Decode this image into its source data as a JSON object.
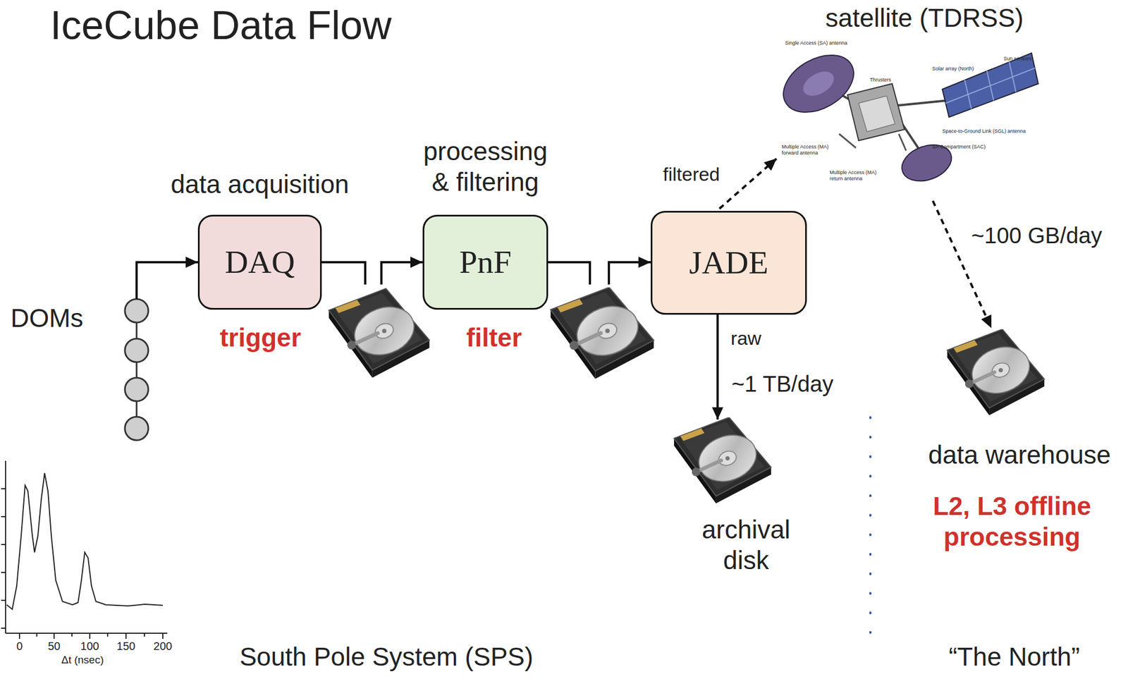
{
  "diagram": {
    "title": "IceCube Data Flow",
    "nodes": [
      {
        "text": [
          "DOMs"
        ]
      },
      {
        "text": [
          "data acquisition",
          "DAQ"
        ]
      },
      {
        "text": [
          "processing & filtering",
          "PnF"
        ]
      },
      {
        "text": [
          "JADE"
        ]
      },
      {
        "text": [
          "satellite (TDRSS)"
        ]
      },
      {
        "text": [
          "data warehouse"
        ]
      },
      {
        "text": [
          "archival disk"
        ]
      }
    ],
    "edges": [
      {
        "from": 0,
        "to": 1,
        "arrow": "to"
      },
      {
        "from": 1,
        "to": 2,
        "arrow": "to"
      },
      {
        "from": 2,
        "to": 3,
        "arrow": "to"
      },
      {
        "from": 3,
        "to": 4,
        "label": "filtered",
        "arrow": "to"
      },
      {
        "from": 4,
        "to": 5,
        "label": "~100 GB/day",
        "arrow": "to"
      },
      {
        "from": 3,
        "to": 6,
        "label": "~1 TB/day",
        "arrow": "to"
      }
    ],
    "labels": [
      "trigger",
      "filter",
      "raw",
      "L2, L3 offline processing",
      "South Pole System (SPS)",
      "“The North”",
      "0",
      "50",
      "100",
      "150",
      "200",
      "Δt (nsec)",
      "Single Access (SA) antenna",
      "Solar array (North)",
      "Sun sensors",
      "Thrusters",
      "Space-to-Ground Link (SGL) antenna",
      "SA Compartment (SAC)",
      "Multiple Access (MA) forward antenna",
      "Multiple Access (MA) return antenna"
    ]
  }
}
